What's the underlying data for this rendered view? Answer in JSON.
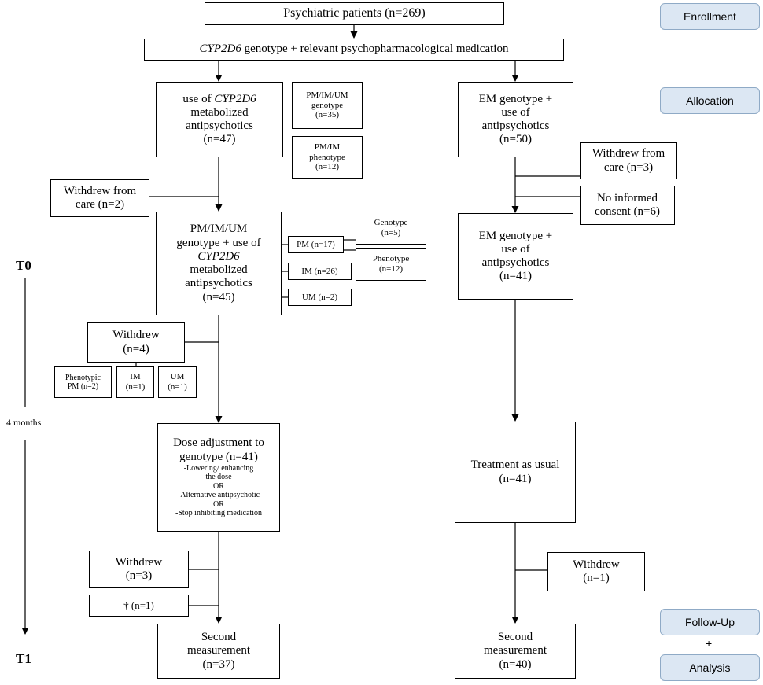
{
  "stages": {
    "enrollment": "Enrollment",
    "allocation": "Allocation",
    "followup": "Follow-Up",
    "plus": "+",
    "analysis": "Analysis"
  },
  "timeline": {
    "t0": "T0",
    "months": "4 months",
    "t1": "T1"
  },
  "enroll": "Psychiatric patients (n=269)",
  "genotype": {
    "italic": "CYP2D6",
    "rest": " genotype + relevant  psychopharmacological medication"
  },
  "left": {
    "use": {
      "pre": "use of ",
      "italic": "CYP2D6",
      "l2": "metabolized",
      "l3": "antipsychotics",
      "l4": "(n=47)"
    },
    "pmimum_geno": [
      "PM/IM/UM",
      "genotype",
      "(n=35)"
    ],
    "pmim_pheno": [
      "PM/IM",
      "phenotype",
      "(n=12)"
    ],
    "withdrew_care": [
      "Withdrew  from",
      "care (n=2)"
    ],
    "main": {
      "l1": "PM/IM/UM",
      "l2": "genotype + use of",
      "italic": "CYP2D6",
      "l4": "metabolized",
      "l5": "antipsychotics",
      "l6": "(n=45)"
    },
    "pm": "PM (n=17)",
    "im": "IM (n=26)",
    "um": "UM (n=2)",
    "geno5": [
      "Genotype",
      "(n=5)"
    ],
    "pheno12": [
      "Phenotype",
      "(n=12)"
    ],
    "withdrew4": [
      "Withdrew",
      "(n=4)"
    ],
    "ph_pm": [
      "Phenotypic",
      "PM (n=2)"
    ],
    "im1": [
      "IM",
      "(n=1)"
    ],
    "um1": [
      "UM",
      "(n=1)"
    ],
    "dose": [
      "Dose adjustment to",
      "genotype (n=41)",
      "-Lowering/  enhancing",
      "the dose",
      "OR",
      "-Alternative antipsychotic",
      "OR",
      "-Stop inhibiting medication"
    ],
    "withdrew3": [
      "Withdrew",
      "(n=3)"
    ],
    "dagger": "† (n=1)",
    "second": [
      "Second",
      "measurement",
      "(n=37)"
    ]
  },
  "right": {
    "em50": [
      "EM genotype +",
      "use of",
      "antipsychotics",
      "(n=50)"
    ],
    "withdrew_care3": [
      "Withdrew  from",
      "care (n=3)"
    ],
    "no_consent": [
      "No  informed",
      "consent (n=6)"
    ],
    "em41": [
      "EM genotype +",
      "use of",
      "antipsychotics",
      "(n=41)"
    ],
    "tau": [
      "Treatment  as usual",
      "(n=41)"
    ],
    "withdrew1": [
      "Withdrew",
      "(n=1)"
    ],
    "second": [
      "Second",
      "measurement",
      "(n=40)"
    ]
  }
}
